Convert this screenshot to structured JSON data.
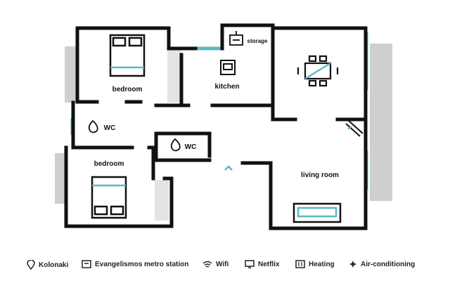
{
  "rooms": {
    "bedroom_top": "bedroom",
    "kitchen": "kitchen",
    "storage": "storage",
    "wc_left": "WC",
    "wc_center": "WC",
    "bedroom_bottom": "bedroom",
    "living_room": "living room"
  },
  "legend": [
    {
      "icon": "location-pin-icon",
      "label": "Kolonaki"
    },
    {
      "icon": "metro-station-icon",
      "label": "Evangelismos metro station"
    },
    {
      "icon": "wifi-icon",
      "label": "Wifi"
    },
    {
      "icon": "tv-icon",
      "label": "Netflix"
    },
    {
      "icon": "radiator-icon",
      "label": "Heating"
    },
    {
      "icon": "air-conditioning-icon",
      "label": "Air-conditioning"
    }
  ],
  "colors": {
    "wall": "#111111",
    "window": "#5cb8c4",
    "balcony": "#cfcfcf",
    "door_arc": "#e0e0e0"
  }
}
